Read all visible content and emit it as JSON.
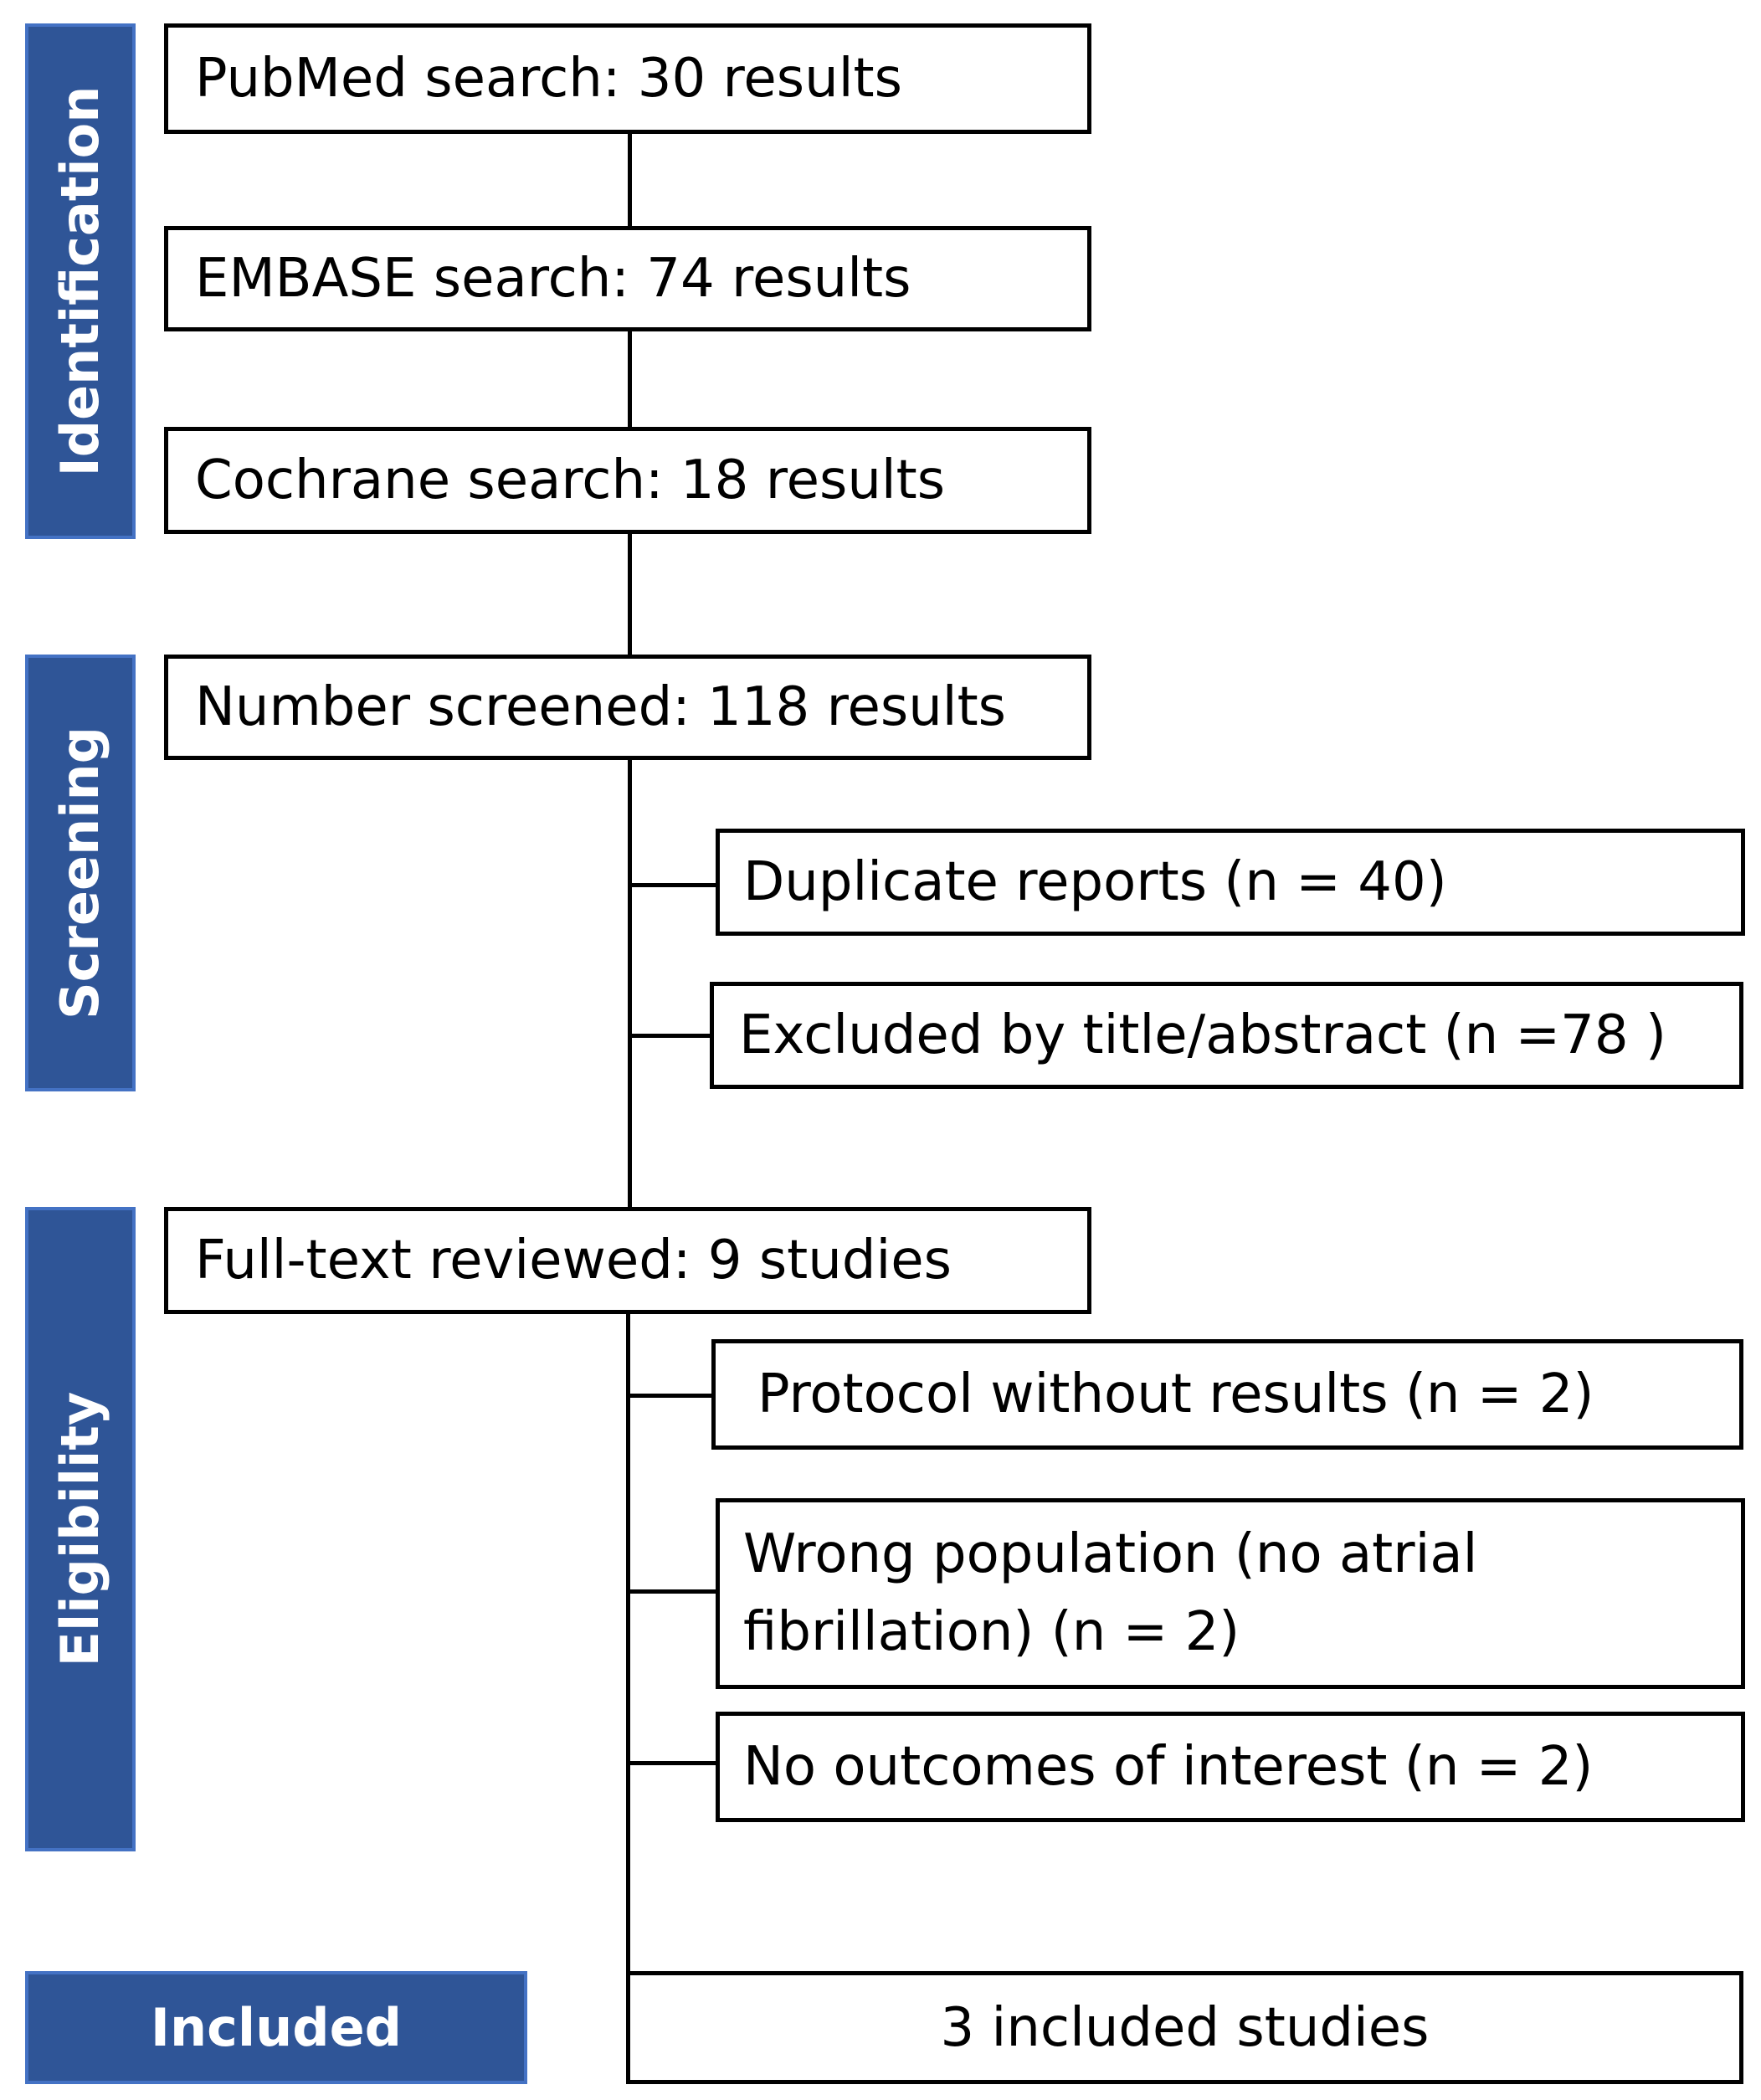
{
  "phases": {
    "identification": "Identification",
    "screening": "Screening",
    "eligibility": "Eligibility",
    "included": "Included"
  },
  "boxes": {
    "pubmed": "PubMed search:  30 results",
    "embase": "EMBASE search: 74 results",
    "cochrane": "Cochrane search:  18 results",
    "screened": "Number screened: 118 results",
    "duplicates": "Duplicate reports (n = 40)",
    "excluded_title": "Excluded by title/abstract (n =78 )",
    "full_text": "Full-text reviewed: 9 studies",
    "protocol": "Protocol without results (n = 2)",
    "wrong_population": " Wrong population (no atrial fibrillation)   (n = 2)",
    "no_outcomes": "No outcomes of interest (n = 2)",
    "included": "3 included studies"
  },
  "colors": {
    "phase_fill": "#2f5597",
    "phase_border": "#4472c4",
    "box_border": "#000000",
    "phase_text": "#ffffff"
  }
}
